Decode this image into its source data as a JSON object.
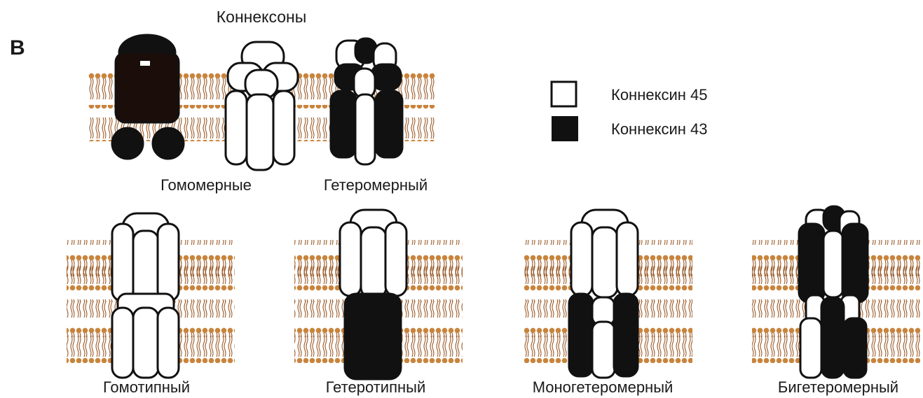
{
  "panel_letter": "B",
  "top_title": "Коннексоны",
  "legend": {
    "items": [
      {
        "label": "Коннексин 45",
        "fill": "#ffffff"
      },
      {
        "label": "Коннексин 43",
        "fill": "#111111"
      }
    ]
  },
  "connexons": {
    "homomeric_label": "Гомомерные",
    "heteromeric_label": "Гетеромерный"
  },
  "channels": [
    {
      "label": "Гомотипный"
    },
    {
      "label": "Гетеротипный"
    },
    {
      "label": "Моногетеромерный"
    },
    {
      "label": "Бигетеромерный"
    }
  ],
  "colors": {
    "lipid_head": "#c8843c",
    "lipid_tail": "#9a5a28",
    "connexin45": "#ffffff",
    "connexin43": "#111111",
    "outline": "#111111"
  }
}
